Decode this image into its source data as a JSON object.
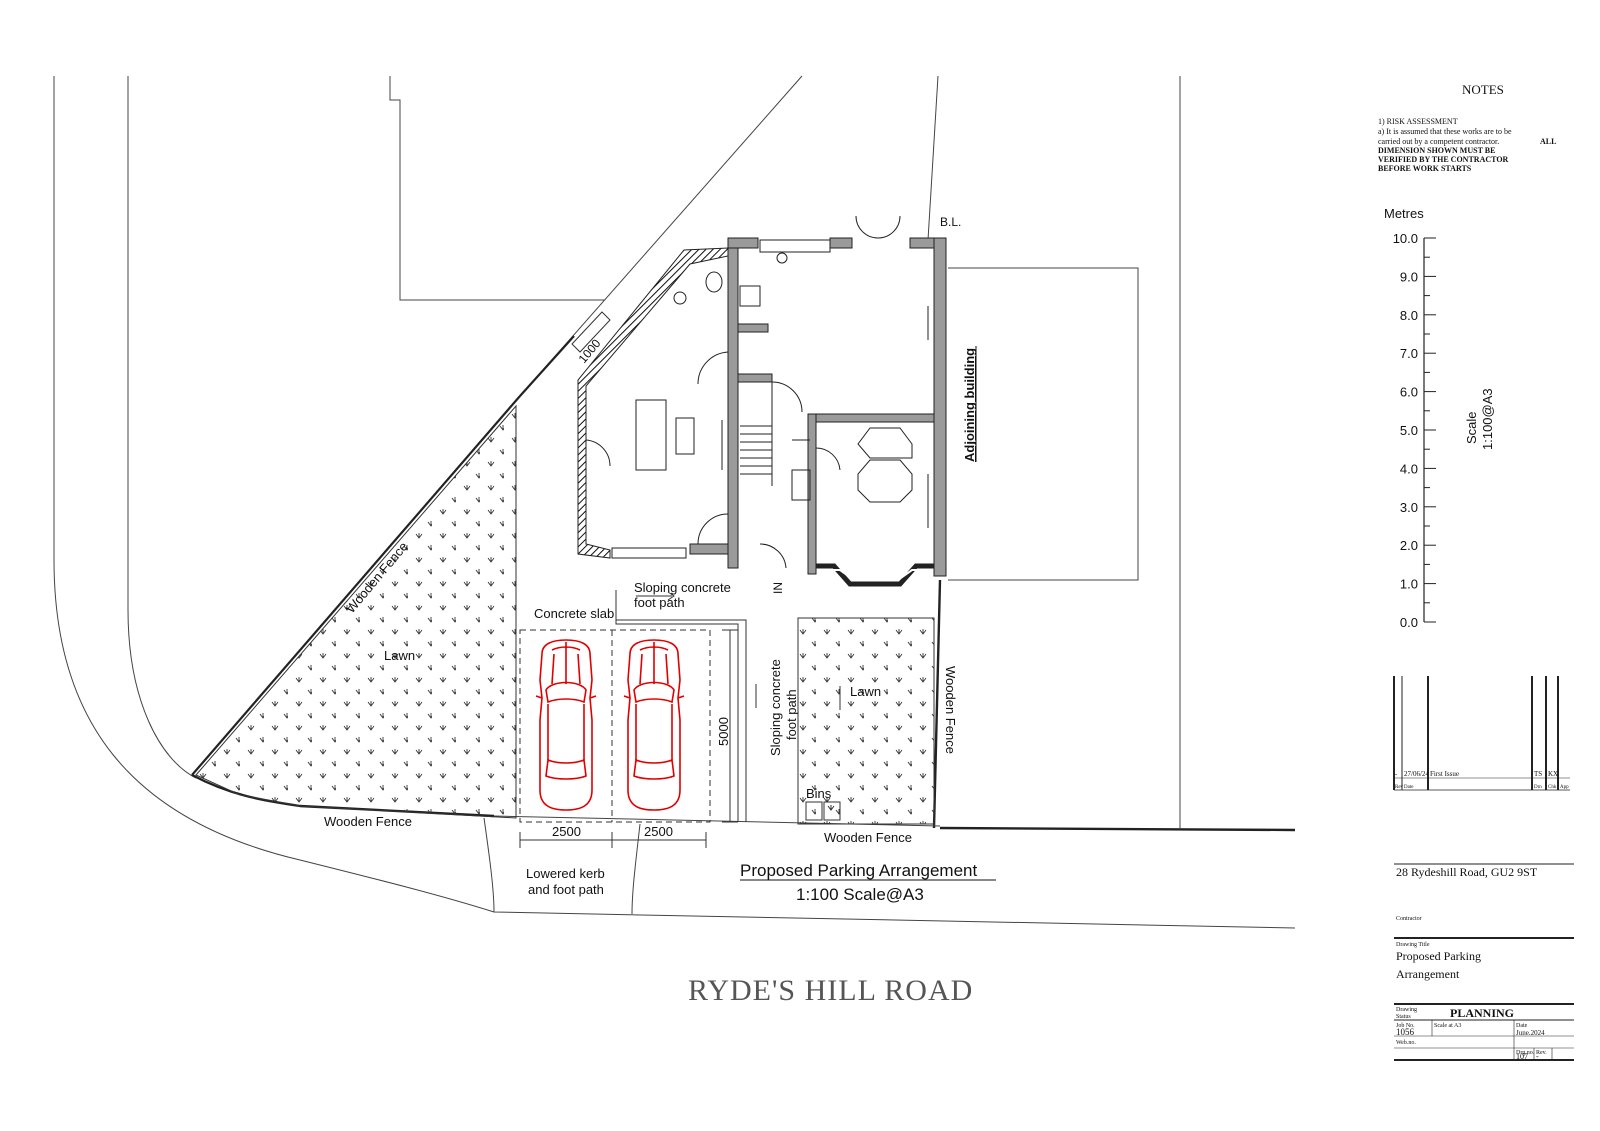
{
  "notes": {
    "heading": "NOTES",
    "risk_title": "1) RISK ASSESSMENT",
    "risk_line1": "a) It is assumed that these works are to be",
    "risk_line2": "carried out by a competent contractor.",
    "risk_bold1": "ALL",
    "risk_bold2": "DIMENSION SHOWN MUST BE",
    "risk_bold3": "VERIFIED BY THE CONTRACTOR",
    "risk_bold4": "BEFORE WORK STARTS"
  },
  "scale_bar": {
    "unit_label": "Metres",
    "ticks": [
      "10.0",
      "9.0",
      "8.0",
      "7.0",
      "6.0",
      "5.0",
      "4.0",
      "3.0",
      "2.0",
      "1.0",
      "0.0"
    ],
    "scale_line1": "Scale",
    "scale_line2": "1:100@A3"
  },
  "revisions": {
    "rev": "-",
    "date": "27/06/24",
    "description": "First Issue",
    "drawn": "TS",
    "checked": "KX",
    "approved": "",
    "col_rev": "Rev",
    "col_date": "Date",
    "col_drn": "Drn",
    "col_chk": "Chk",
    "col_app": "App"
  },
  "title_block": {
    "address": "28 Rydeshill Road,  GU2 9ST",
    "contractor_label": "Contractor",
    "drawing_title_label": "Drawing Title",
    "drawing_title_line1": "Proposed Parking",
    "drawing_title_line2": "Arrangement",
    "status_label_1": "Drawing",
    "status_label_2": "Status",
    "status": "PLANNING",
    "job_no_label": "Job No.",
    "job_no": "1056",
    "scale_label": "Scale at A3",
    "date_label": "Date",
    "date": "June.2024",
    "web_label": "Web.no.",
    "drg_no_label": "Drg.no.",
    "drg_no": "107",
    "rev_label": "Rev.",
    "rev": "-"
  },
  "plan": {
    "road_name": "RYDE'S HILL ROAD",
    "title": "Proposed Parking Arrangement",
    "scale": "1:100 Scale@A3",
    "wooden_fence": "Wooden Fence",
    "lawn": "Lawn",
    "concrete_slab": "Concrete slab",
    "sloping_path_line1": "Sloping concrete",
    "sloping_path_line2": "foot path",
    "lowered_kerb_line1": "Lowered kerb",
    "lowered_kerb_line2": "and foot path",
    "bins": "Bins",
    "adjoining": "Adjoining building",
    "boundary_line": "B.L.",
    "entrance": "IN",
    "dim_1000": "1000",
    "dim_2500": "2500",
    "dim_5000": "5000"
  }
}
